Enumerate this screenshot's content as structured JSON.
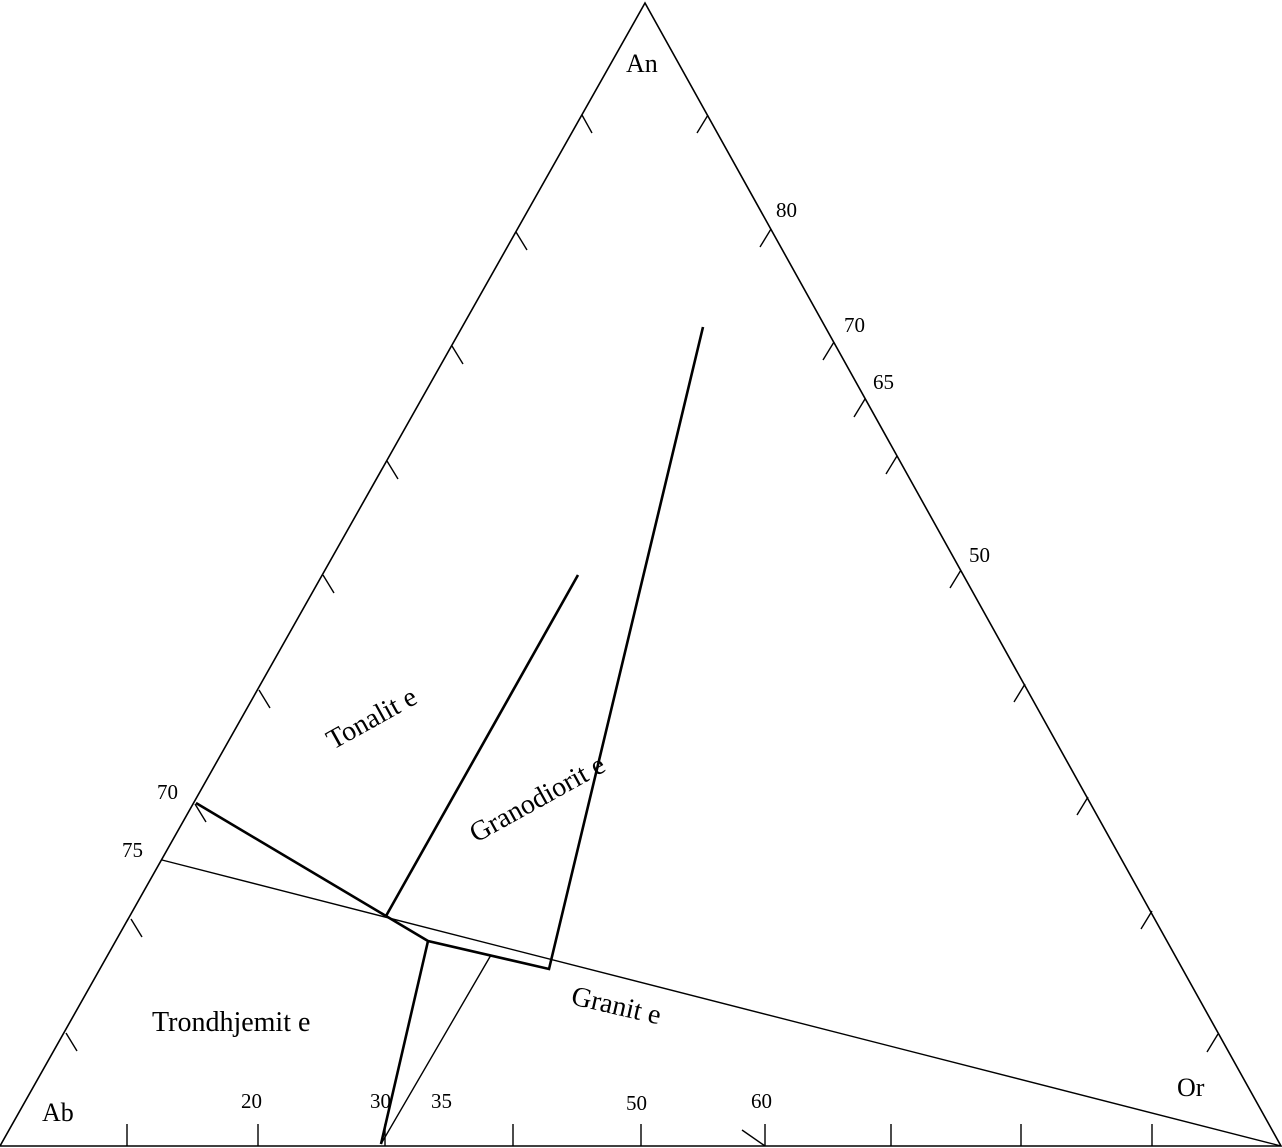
{
  "vertices": {
    "apex": "An",
    "bottom_left": "Ab",
    "bottom_right": "Or"
  },
  "tick_labels": {
    "bottom": [
      "20",
      "30",
      "35",
      "50",
      "60"
    ],
    "right": [
      "80",
      "70",
      "65",
      "50"
    ],
    "left": [
      "70",
      "75"
    ]
  },
  "regions": {
    "tonalite": "Tonalit e",
    "granodiorite": "Granodiorit e",
    "trondhjemite": "Trondhjemit e",
    "granite": "Granit e"
  },
  "colors": {
    "line": "#000000",
    "background": "#ffffff"
  }
}
